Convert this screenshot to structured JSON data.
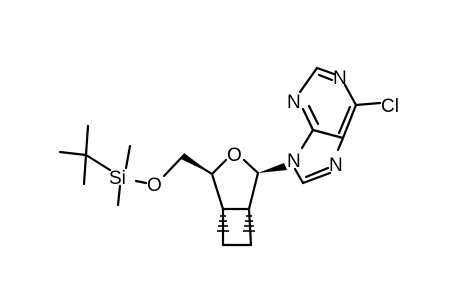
{
  "structure": {
    "atoms": {
      "si": "Si",
      "o_ether": "O",
      "o_ring": "O",
      "n9": "N",
      "n7": "N",
      "n3": "N",
      "n1": "N",
      "cl": "Cl"
    },
    "colors": {
      "ink": "#000000",
      "background": "#ffffff"
    }
  }
}
